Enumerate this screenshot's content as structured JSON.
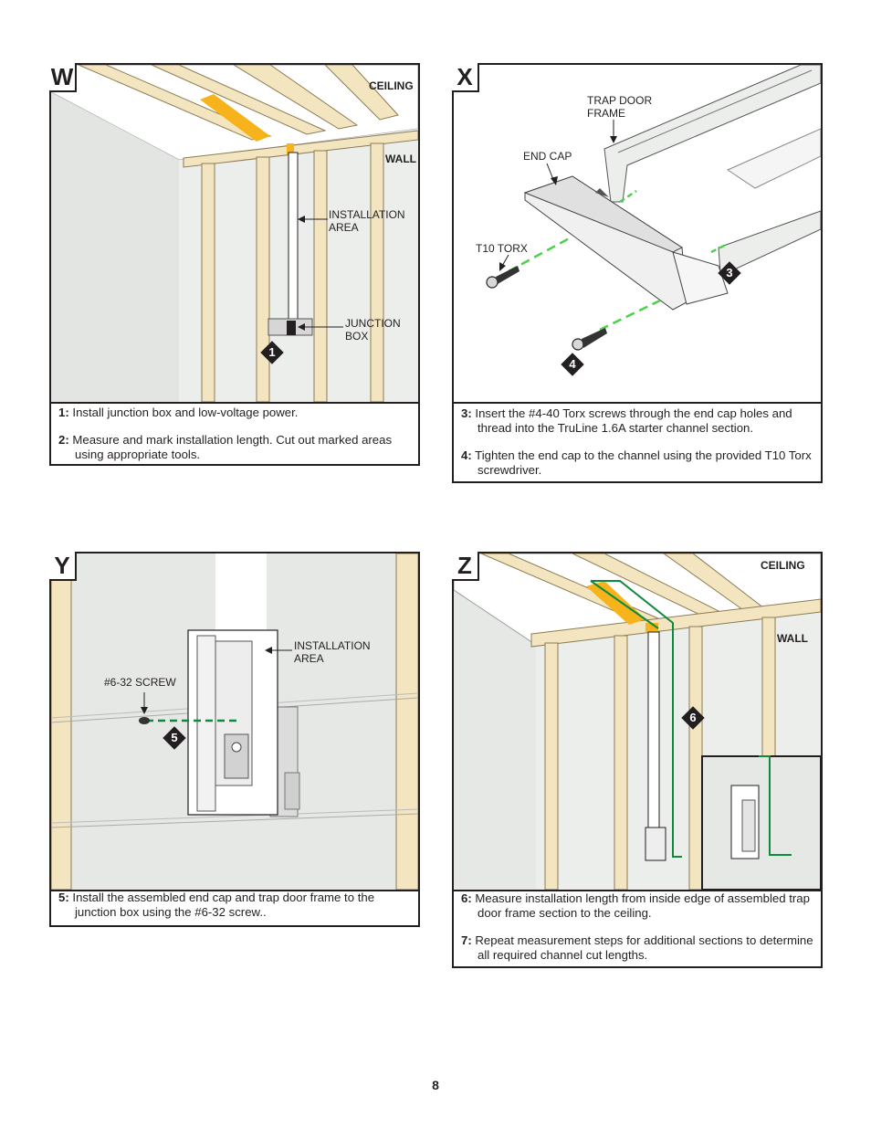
{
  "panels": {
    "w": {
      "letter": "W",
      "labels": {
        "ceiling": "CEILING",
        "wall": "WALL",
        "installation_area": "INSTALLATION\nAREA",
        "junction_box": "JUNCTION\nBOX"
      },
      "badge": "1",
      "steps": [
        {
          "num": "1:",
          "text": "Install junction box and low-voltage power."
        },
        {
          "num": "2:",
          "text": "Measure and mark installation length. Cut out marked areas using appropriate tools."
        }
      ]
    },
    "x": {
      "letter": "X",
      "labels": {
        "trap_door_frame": "TRAP DOOR\nFRAME",
        "end_cap": "END CAP",
        "t10_torx": "T10 TORX"
      },
      "badges": [
        "3",
        "4"
      ],
      "steps": [
        {
          "num": "3:",
          "text": "Insert the #4-40 Torx screws through the end cap holes and thread into the TruLine 1.6A  starter channel section."
        },
        {
          "num": "4:",
          "text": "Tighten the end cap to the channel using the provided T10 Torx screwdriver."
        }
      ]
    },
    "y": {
      "letter": "Y",
      "labels": {
        "installation_area": "INSTALLATION\nAREA",
        "screw": "#6-32 SCREW"
      },
      "badge": "5",
      "steps": [
        {
          "num": "5:",
          "text": "Install the assembled end cap and trap door frame to the junction box using the #6-32 screw.."
        }
      ]
    },
    "z": {
      "letter": "Z",
      "labels": {
        "ceiling": "CEILING",
        "wall": "WALL"
      },
      "badge": "6",
      "steps": [
        {
          "num": "6:",
          "text": "Measure installation length from inside edge of assembled trap door frame section to the ceiling."
        },
        {
          "num": "7:",
          "text": "Repeat measurement steps for additional sections to determine all required channel cut lengths."
        }
      ]
    }
  },
  "colors": {
    "wood": "#f3e5bf",
    "wall": "#e6e8e6",
    "highlight": "#f7b31b",
    "measure_green": "#0e8a3e",
    "dash_green": "#4cd14a"
  },
  "page_number": "8"
}
